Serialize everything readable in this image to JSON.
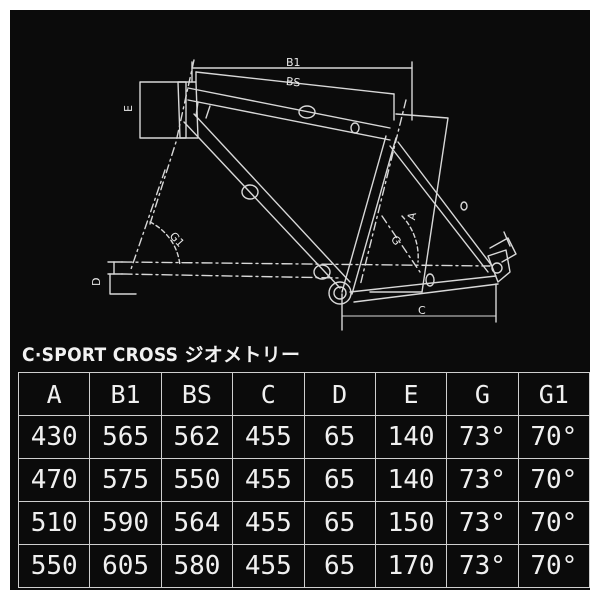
{
  "diagram": {
    "labels": {
      "b1": "B1",
      "bs": "BS",
      "e": "E",
      "a": "A",
      "g": "G",
      "g1": "G1",
      "d": "D",
      "c": "C"
    }
  },
  "title": "C·SPORT CROSS ジオメトリー",
  "table": {
    "headers": [
      "A",
      "B1",
      "BS",
      "C",
      "D",
      "E",
      "G",
      "G1"
    ],
    "rows": [
      [
        "430",
        "565",
        "562",
        "455",
        "65",
        "140",
        "73°",
        "70°"
      ],
      [
        "470",
        "575",
        "550",
        "455",
        "65",
        "140",
        "73°",
        "70°"
      ],
      [
        "510",
        "590",
        "564",
        "455",
        "65",
        "150",
        "73°",
        "70°"
      ],
      [
        "550",
        "605",
        "580",
        "455",
        "65",
        "170",
        "73°",
        "70°"
      ]
    ]
  },
  "colors": {
    "background": "#0b0b0b",
    "line": "#d8d8d8",
    "text": "#f0f0f0"
  }
}
